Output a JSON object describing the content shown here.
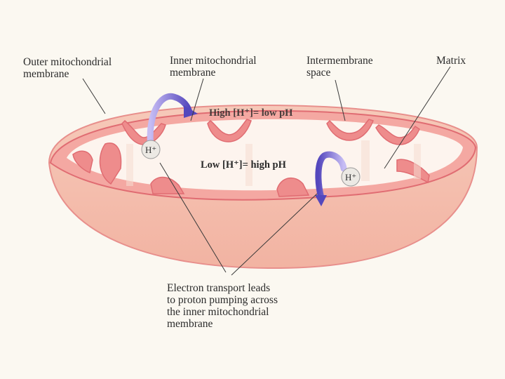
{
  "labels": {
    "outer_membrane": "Outer mitochondrial\nmembrane",
    "inner_membrane": "Inner mitochondrial\nmembrane",
    "intermembrane_space": "Intermembrane\nspace",
    "matrix": "Matrix",
    "caption": "Electron transport leads\nto proton pumping across\nthe inner mitochondrial\nmembrane"
  },
  "inline": {
    "high_h": "High [H⁺]= low pH",
    "low_h": "Low [H⁺]= high pH"
  },
  "ions": {
    "left": "H⁺",
    "right": "H⁺"
  },
  "colors": {
    "membrane": "#ee8c8c",
    "membrane_dark": "#e36b6f",
    "outer_shell": "#f1b2a4",
    "shell_light": "#f8d3c6",
    "interior": "#fdf4ee",
    "arrow_dark": "#5a4ec0",
    "arrow_light": "#c3b8f2"
  }
}
